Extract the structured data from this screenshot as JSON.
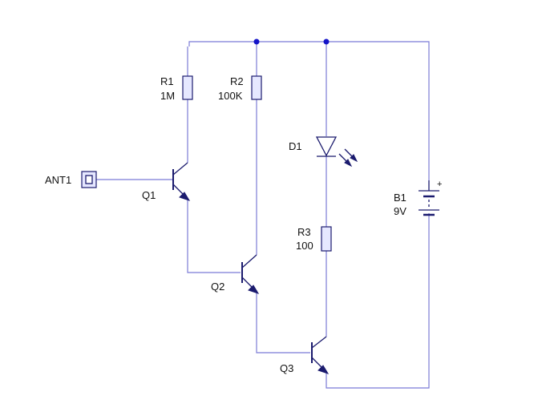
{
  "colors": {
    "wire": "#7b7bd6",
    "component": "#1b1b6e",
    "component_fill": "#e6e8ff",
    "junction": "#1414c8"
  },
  "components": {
    "r1": {
      "ref": "R1",
      "value": "1M"
    },
    "r2": {
      "ref": "R2",
      "value": "100K"
    },
    "r3": {
      "ref": "R3",
      "value": "100"
    },
    "d1": {
      "ref": "D1"
    },
    "b1": {
      "ref": "B1",
      "value": "9V",
      "polarity": "+"
    },
    "ant1": {
      "ref": "ANT1"
    },
    "q1": {
      "ref": "Q1"
    },
    "q2": {
      "ref": "Q2"
    },
    "q3": {
      "ref": "Q3"
    }
  }
}
